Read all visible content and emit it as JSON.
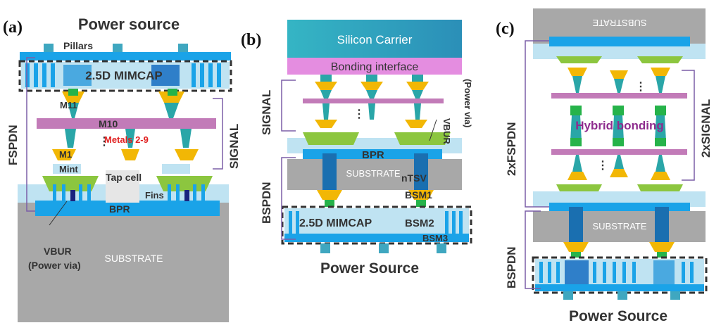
{
  "panel_a": {
    "tag": "(a)",
    "title": "Power source",
    "pillars": "Pillars",
    "mimcap": "2.5D MIMCAP",
    "m11": "M11",
    "m10": "M10",
    "metals": "Metals 2-9",
    "m1": "M1",
    "mint": "Mint",
    "tapcell": "Tap cell",
    "fins": "Fins",
    "bpr": "BPR",
    "vbur": "VBUR",
    "vbur_sub": "(Power via)",
    "substrate": "SUBSTRATE",
    "side_left": "FSPDN",
    "side_right": "SIGNAL"
  },
  "panel_b": {
    "tag": "(b)",
    "carrier": "Silicon Carrier",
    "bonding": "Bonding interface",
    "signal": "SIGNAL",
    "vbur": "VBUR",
    "vbur_sub": "(Power via)",
    "bpr": "BPR",
    "substrate": "SUBSTRATE",
    "ntsv": "nTSV",
    "bsm1": "BSM1",
    "mimcap": "2.5D MIMCAP",
    "bsm2": "BSM2",
    "bsm3": "BSM3",
    "bspdn": "BSPDN",
    "bottom": "Power Source"
  },
  "panel_c": {
    "tag": "(c)",
    "substrate_top": "SUBSTRATE",
    "hybrid": "Hybrid bonding",
    "side_left": "2xFSPDN",
    "side_right": "2xSIGNAL",
    "substrate": "SUBSTRATE",
    "bspdn": "BSPDN",
    "bottom": "Power Source"
  },
  "colors": {
    "blue": "#1aa3e8",
    "light_blue": "#bfe3f2",
    "teal": "#2aa6a8",
    "green": "#26b34a",
    "yellow": "#f2b705",
    "lime": "#8cc63f",
    "purple_bar": "#c27bb8",
    "pink": "#e48de0",
    "gray": "#a7a7a7",
    "navy": "#1a237e",
    "red": "#e02020",
    "magenta": "#8e2c8e"
  }
}
